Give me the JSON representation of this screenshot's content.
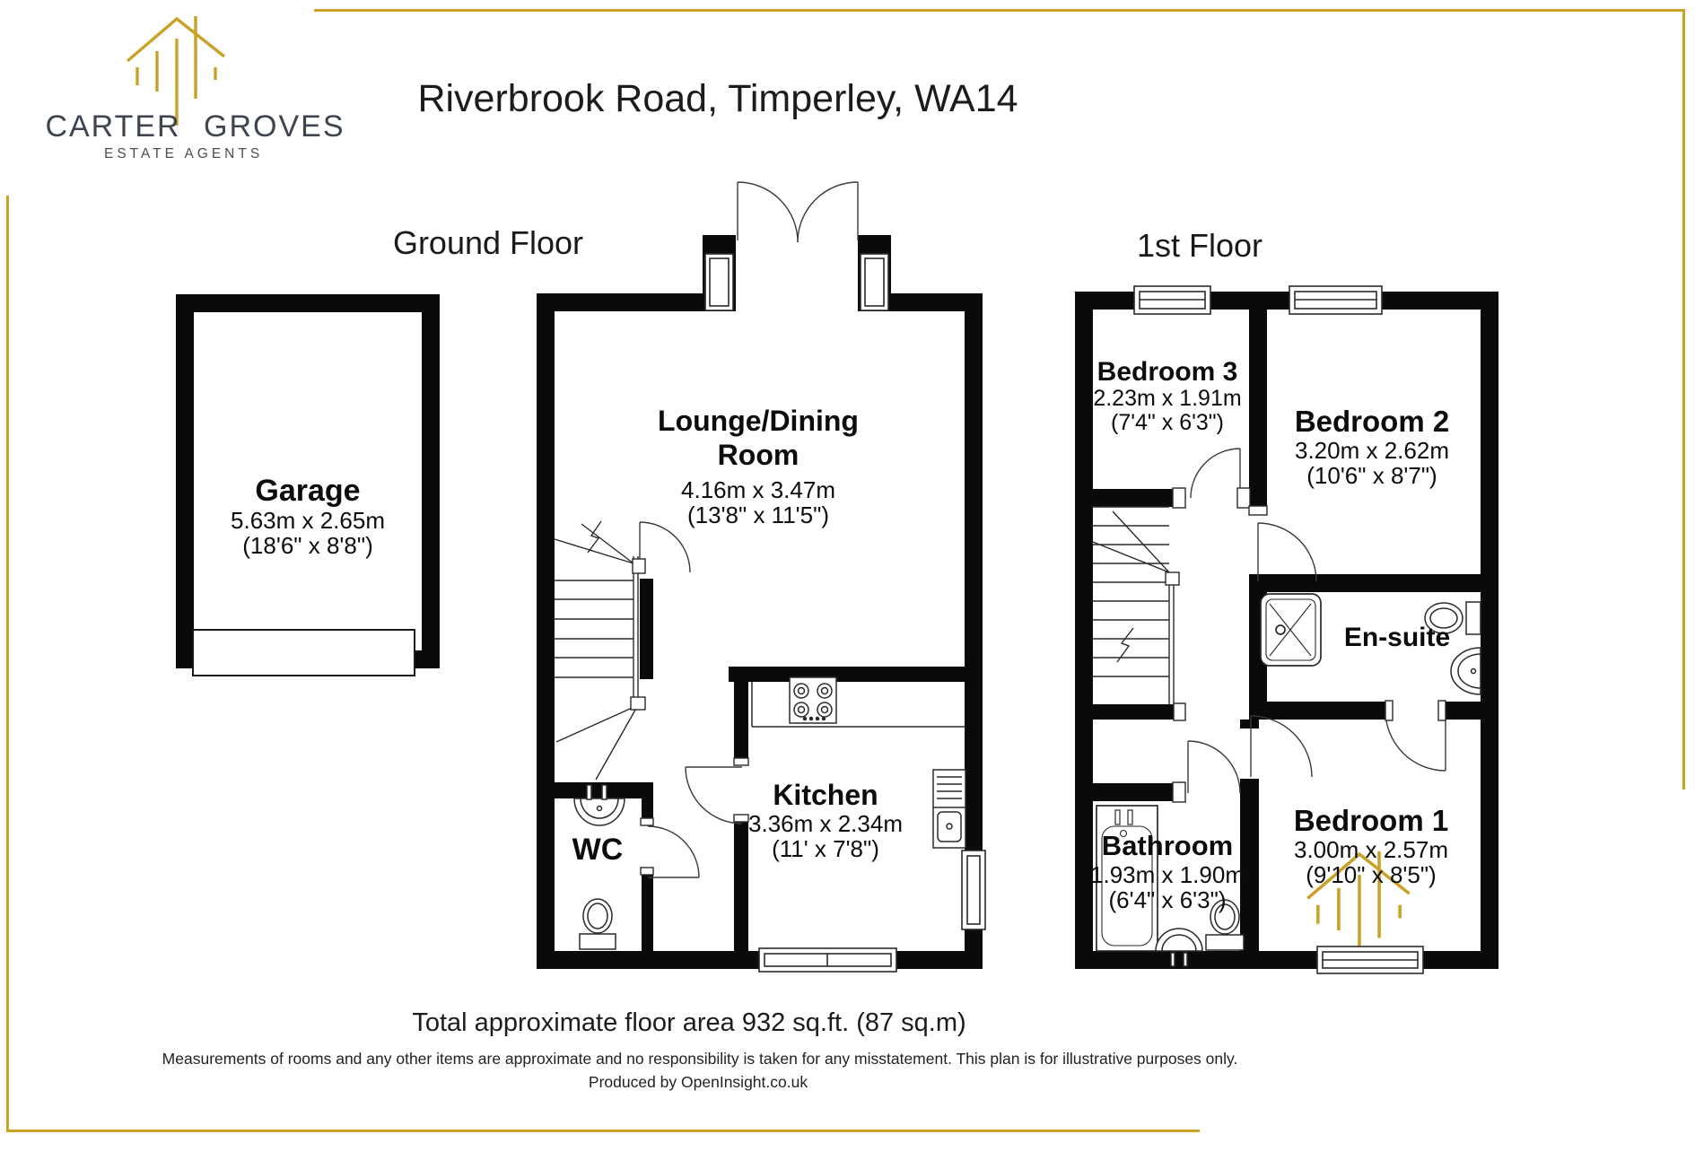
{
  "brand": {
    "name": "CARTER GROVES",
    "tagline": "ESTATE AGENTS"
  },
  "header": {
    "title": "Riverbrook Road, Timperley, WA14"
  },
  "floors": [
    {
      "label": "Ground Floor",
      "rooms": [
        {
          "name": "Garage",
          "metric": "5.63m x 2.65m",
          "imperial": "(18'6\" x 8'8\")"
        },
        {
          "name": "Lounge/Dining Room",
          "name_lines": [
            "Lounge/Dining",
            "Room"
          ],
          "metric": "4.16m x 3.47m",
          "imperial": "(13'8\" x 11'5\")"
        },
        {
          "name": "Kitchen",
          "metric": "3.36m x 2.34m",
          "imperial": "(11' x 7'8\")"
        },
        {
          "name": "WC"
        }
      ]
    },
    {
      "label": "1st Floor",
      "rooms": [
        {
          "name": "Bedroom 3",
          "metric": "2.23m x 1.91m",
          "imperial": "(7'4\" x 6'3\")"
        },
        {
          "name": "Bedroom 2",
          "metric": "3.20m x 2.62m",
          "imperial": "(10'6\" x 8'7\")"
        },
        {
          "name": "En-suite"
        },
        {
          "name": "Bathroom",
          "metric": "1.93m x 1.90m",
          "imperial": "(6'4\" x 6'3\")"
        },
        {
          "name": "Bedroom 1",
          "metric": "3.00m x 2.57m",
          "imperial": "(9'10\" x 8'5\")"
        }
      ]
    }
  ],
  "footer": {
    "total_area": "Total approximate floor area 932 sq.ft. (87 sq.m)",
    "disclaimer": "Measurements of rooms and any other items are approximate and no responsibility is taken for any misstatement. This plan is for illustrative purposes only.",
    "produced_by": "Produced by OpenInsight.co.uk"
  },
  "colors": {
    "accent_gold": "#C9A227",
    "wall_black": "#0a0a0a",
    "logo_text": "#3E4450"
  },
  "icons": {
    "logo_house": "house-outline",
    "footer_house": "house-outline",
    "fixtures": [
      "bath-icon",
      "shower-icon",
      "toilet-icon",
      "basin-icon",
      "sink-icon",
      "hob-icon",
      "stairs-icon"
    ]
  }
}
